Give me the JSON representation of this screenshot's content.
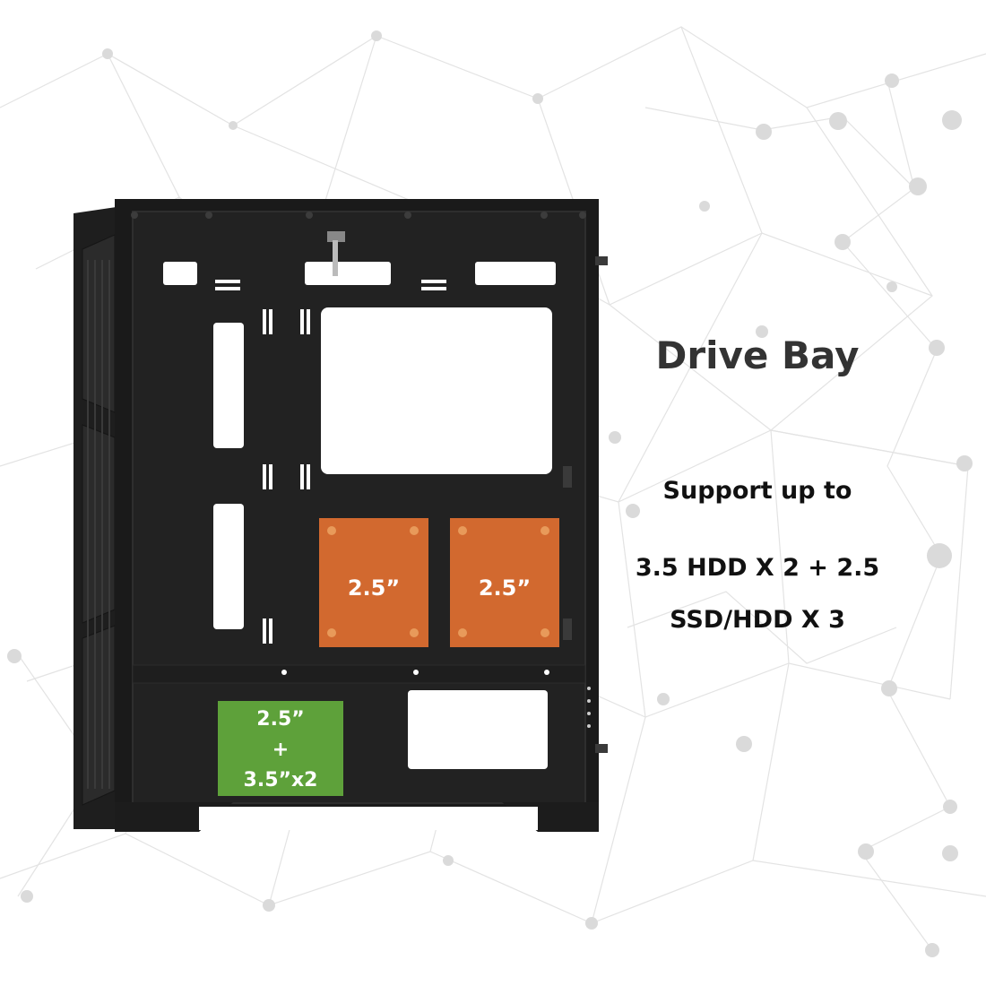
{
  "heading": {
    "title": "Drive Bay",
    "support": "Support up to",
    "spec_line1": "3.5 HDD X 2 + 2.5",
    "spec_line2": "SSD/HDD X 3"
  },
  "bays": {
    "upper_left": "2.5”",
    "upper_right": "2.5”",
    "lower_line1": "2.5”",
    "lower_line2": "+",
    "lower_line3": "3.5”x2"
  },
  "colors": {
    "case_body": "#1b1b1b",
    "case_panel": "#232323",
    "ssd_bay": "#d2692f",
    "hdd_cage": "#5ea13a",
    "network": "#d9d9d9"
  }
}
